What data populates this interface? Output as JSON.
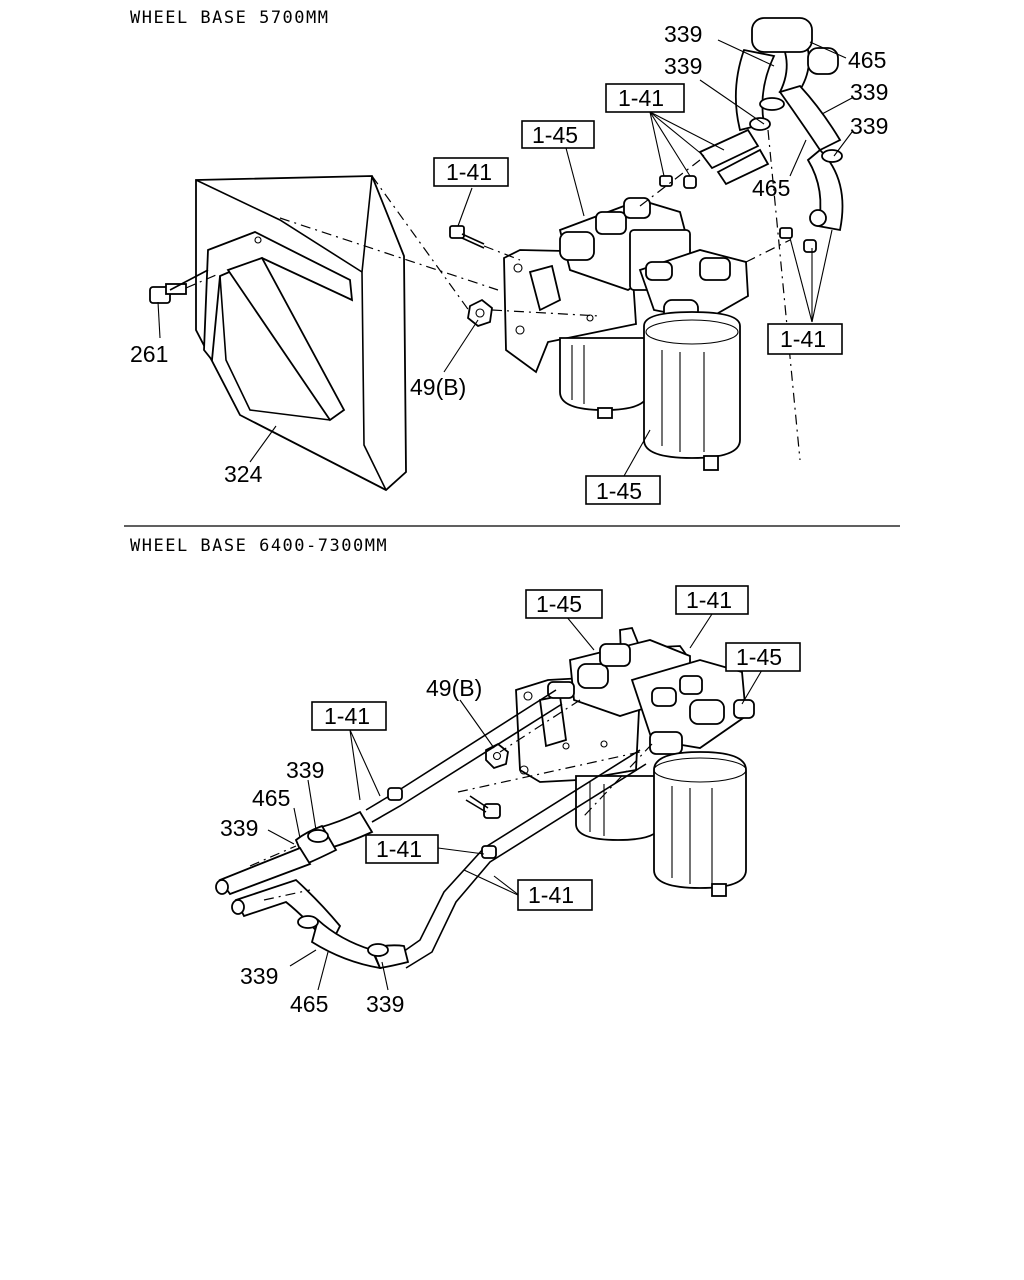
{
  "sections": [
    {
      "title": "WHEEL BASE 5700MM",
      "callouts": {
        "c339_a": "339",
        "c465_a": "465",
        "c339_b": "339",
        "c339_c": "339",
        "c339_d": "339",
        "c465_b": "465",
        "ref141_a": "1-41",
        "ref145_a": "1-45",
        "ref141_b": "1-41",
        "ref141_c": "1-41",
        "c261": "261",
        "c49b": "49(B)",
        "c324": "324",
        "ref145_b": "1-45"
      }
    },
    {
      "title": "WHEEL BASE 6400-7300MM",
      "callouts": {
        "ref145_a": "1-45",
        "ref141_a": "1-41",
        "ref145_b": "1-45",
        "c49b": "49(B)",
        "ref141_b": "1-41",
        "c339_a": "339",
        "c465_a": "465",
        "c339_b": "339",
        "ref141_c": "1-41",
        "ref141_d": "1-41",
        "c339_c": "339",
        "c465_b": "465",
        "c339_d": "339"
      }
    }
  ]
}
